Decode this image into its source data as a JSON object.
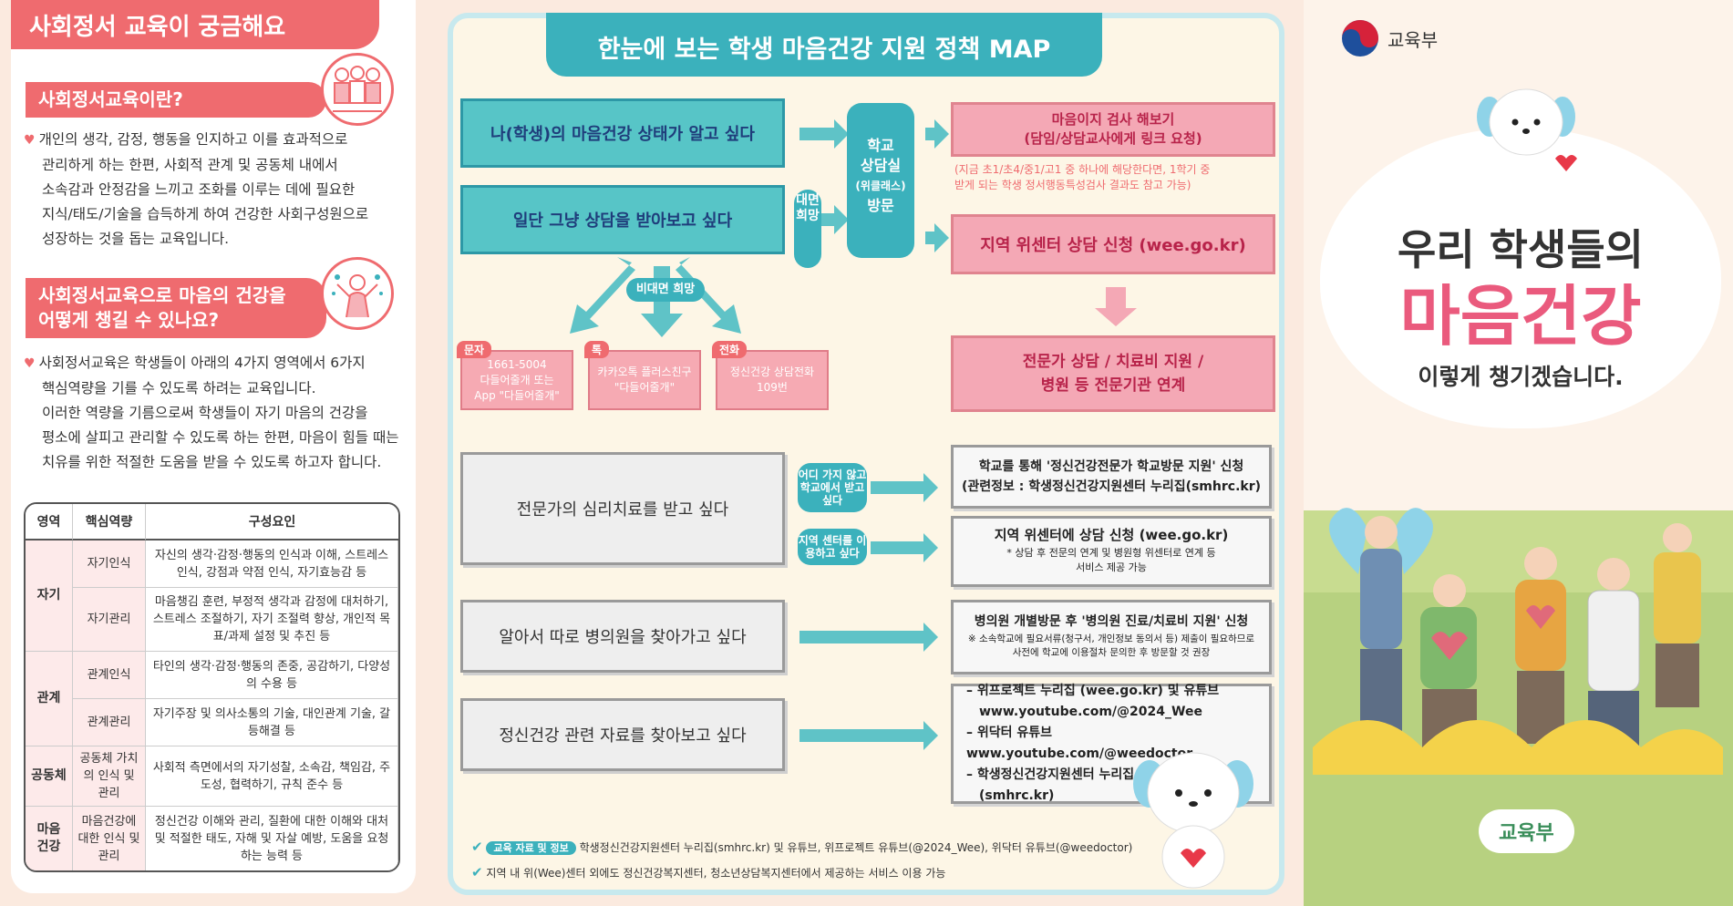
{
  "left": {
    "title": "사회정서 교육이 궁금해요",
    "q1": "사회정서교육이란?",
    "q1_text": [
      "개인의 생각, 감정, 행동을 인지하고 이를 효과적으로",
      "관리하게 하는 한편, 사회적 관계 및 공동체 내에서",
      "소속감과 안정감을 느끼고 조화를 이루는 데에 필요한",
      "지식/태도/기술을 습득하게 하여 건강한 사회구성원으로",
      "성장하는 것을 돕는 교육입니다."
    ],
    "q2_line1": "사회정서교육으로 마음의 건강을",
    "q2_line2": "어떻게 챙길 수 있나요?",
    "q2_text": [
      "사회정서교육은 학생들이 아래의 4가지 영역에서 6가지",
      "핵심역량을 기를 수 있도록 하려는 교육입니다.",
      "이러한 역량을 기름으로써 학생들이 자기 마음의 건강을",
      "평소에 살피고 관리할 수 있도록 하는 한편, 마음이 힘들 때는",
      "치유를 위한 적절한 도움을 받을 수 있도록 하고자 합니다."
    ],
    "table": {
      "headers": [
        "영역",
        "핵심역량",
        "구성요인"
      ],
      "rows": [
        {
          "area": "자기",
          "comp": "자기인식",
          "elem": "자신의 생각·감정·행동의 인식과 이해, 스트레스 인식, 강점과 약점 인식, 자기효능감 등"
        },
        {
          "area": "",
          "comp": "자기관리",
          "elem": "마음챙김 훈련, 부정적 생각과 감정에 대처하기, 스트레스 조절하기, 자기 조절력 향상, 개인적 목표/과제 설정 및 추진 등"
        },
        {
          "area": "관계",
          "comp": "관계인식",
          "elem": "타인의 생각·감정·행동의 존중, 공감하기, 다양성의 수용 등"
        },
        {
          "area": "",
          "comp": "관계관리",
          "elem": "자기주장 및 의사소통의 기술, 대인관계 기술, 갈등해결 등"
        },
        {
          "area": "공동체",
          "comp": "공동체 가치의 인식 및 관리",
          "elem": "사회적 측면에서의 자기성찰, 소속감, 책임감, 주도성, 협력하기, 규칙 준수 등"
        },
        {
          "area": "마음 건강",
          "comp": "마음건강에 대한 인식 및 관리",
          "elem": "정신건강 이해와 관리, 질환에 대한 이해와 대처 및 적절한 태도, 자해 및 자살 예방, 도움을 요청하는 능력 등"
        }
      ]
    }
  },
  "mid": {
    "title": "한눈에 보는 학생 마음건강 지원 정책 MAP",
    "need1": "나(학생)의 마음건강 상태가 알고 싶다",
    "need2": "일단 그냥 상담을 받아보고 싶다",
    "face": "대면희망",
    "center_line1": "학교",
    "center_line2": "상담실",
    "center_line3": "(위클래스)",
    "center_line4": "방문",
    "p1_title": "마음이지 검사 해보기",
    "p1_sub": "(담임/상담교사에게 링크 요청)",
    "p1_note1": "(지금 초1/초4/중1/고1 중 하나에 해당한다면, 1학기 중",
    "p1_note2": "받게 되는 학생 정서행동특성검사 결과도 참고 가능)",
    "p2": "지역 위센터 상담 신청 (wee.go.kr)",
    "p3_line1": "전문가 상담 / 치료비 지원 /",
    "p3_line2": "병원 등 전문기관 연계",
    "nonface": "비대면 희망",
    "ch1_tag": "문자",
    "ch1": [
      "1661-5004",
      "다들어줄개 또는",
      "App \"다들어줄개\""
    ],
    "ch2_tag": "톡",
    "ch2": [
      "카카오톡 플러스친구",
      "\"다들어줄개\""
    ],
    "ch3_tag": "전화",
    "ch3": [
      "정신건강 상담전화",
      "109번"
    ],
    "need3": "전문가의 심리치료를 받고 싶다",
    "b1": "어디 가지 않고 학교에서 받고 싶다",
    "b2": "지역 센터를 이용하고 싶다",
    "w1_l1": "학교를 통해 '정신건강전문가 학교방문 지원' 신청",
    "w1_l2": "(관련정보 : 학생정신건강지원센터 누리집(smhrc.kr)",
    "w2_l1": "지역 위센터에 상담 신청 (wee.go.kr)",
    "w2_l2": "* 상담 후 전문의 연계 및 병원형 위센터로 연계 등",
    "w2_l3": "서비스 제공 가능",
    "need4": "알아서 따로 병의원을 찾아가고 싶다",
    "w3_l1": "병의원 개별방문 후 '병의원 진료/치료비 지원' 신청",
    "w3_l2": "※ 소속학교에 필요서류(청구서, 개인정보 동의서 등) 제출이 필요하므로",
    "w3_l3": "사전에 학교에 이용절차 문의한 후 방문할 것 권장",
    "need5": "정신건강 관련 자료를 찾아보고 싶다",
    "w4": [
      "– 위프로젝트 누리집 (wee.go.kr) 및 유튜브",
      "www.youtube.com/@2024_Wee",
      "– 위닥터 유튜브 www.youtube.com/@weedoctor",
      "– 학생정신건강지원센터 누리집",
      "(smhrc.kr)"
    ],
    "foot_tag": "교육 자료 및 정보",
    "foot1": "학생정신건강지원센터 누리집(smhrc.kr) 및 유튜브, 위프로젝트 유튜브(@2024_Wee), 위닥터 유튜브(@weedoctor)",
    "foot2": "지역 내 위(Wee)센터 외에도 정신건강복지센터, 청소년상담복지센터에서 제공하는 서비스 이용 가능"
  },
  "right": {
    "ministry": "교육부",
    "line1": "우리 학생들의",
    "line2": "마음건강",
    "line3": "이렇게 챙기겠습니다.",
    "badge": "교육부"
  },
  "colors": {
    "coral": "#ef6b6f",
    "teal": "#3bb1bc",
    "pink": "#f4a8b5",
    "magenta": "#ea5a7d"
  }
}
